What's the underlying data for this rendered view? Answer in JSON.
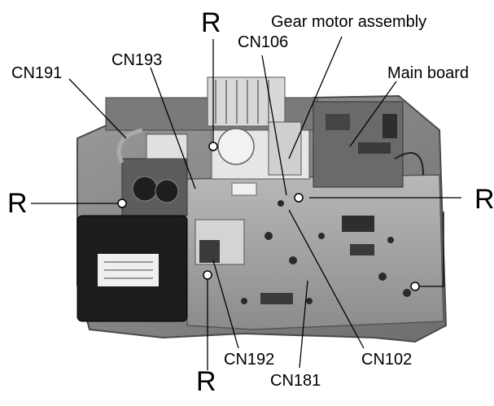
{
  "labels": {
    "gear_motor_assembly": "Gear motor assembly",
    "main_board": "Main board",
    "cn106": "CN106",
    "cn193": "CN193",
    "cn191": "CN191",
    "cn192": "CN192",
    "cn181": "CN181",
    "cn102": "CN102",
    "r": "R"
  },
  "colors": {
    "board": "#8a8a8a",
    "pcb": "#a5a5a5",
    "transformer": "#1c1c1c",
    "leader": "#000000",
    "screw": "#ffffff"
  }
}
